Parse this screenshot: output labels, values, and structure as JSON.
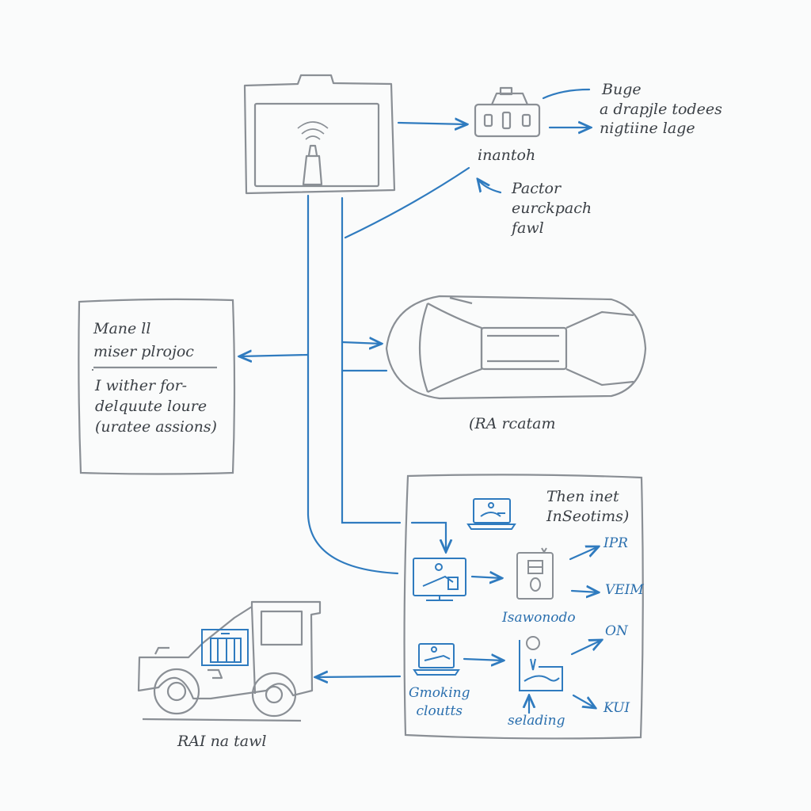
{
  "colors": {
    "ink": "#8a8f95",
    "ink_dark": "#3b4046",
    "accent": "#2f7bbf",
    "paper": "#fafbfb"
  },
  "icons": {
    "monitor": "monitor-device-icon",
    "adapter": "obd-adapter-icon",
    "car": "car-top-view-icon",
    "truck": "truck-icon",
    "laptop": "laptop-icon",
    "phone": "phone-icon",
    "graph": "graph-screen-icon"
  },
  "top_right_note": [
    "Buge",
    "a drapjle todees",
    "nigtiine lage"
  ],
  "adapter_label": "inantoh",
  "feedback_note": [
    "Pactor",
    "eurckpach",
    "fawl"
  ],
  "left_box": {
    "header": [
      "Mane ll",
      "miser plrojoc"
    ],
    "body": [
      "I wither for-",
      "delquute loure",
      "(uratee assions)"
    ]
  },
  "car_label": "(RA rcatam",
  "right_panel": {
    "title": [
      "Then inet",
      "InSeotims)"
    ],
    "outputs": [
      "IPR",
      "VEIM",
      "ON",
      "KUI"
    ],
    "mid_label": "Isawonodo",
    "bottom_left_label": [
      "Gmoking",
      "cloutts"
    ],
    "bottom_mid_label": "selading"
  },
  "truck_label": "RAI na tawl"
}
